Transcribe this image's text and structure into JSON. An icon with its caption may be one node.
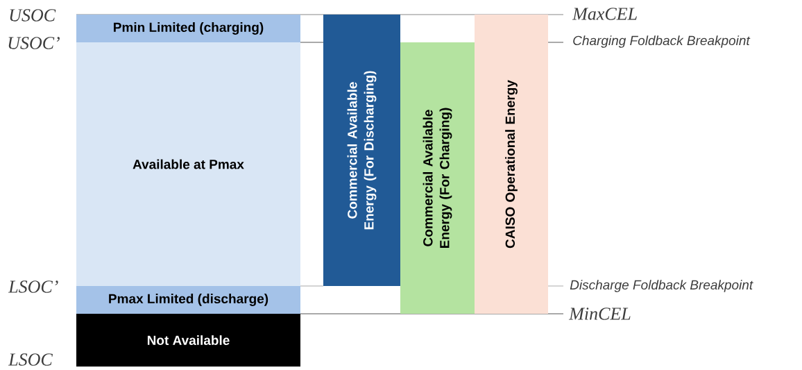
{
  "diagram": {
    "nodes": [
      {
        "text": [
          "Pmin Limited (charging)"
        ]
      },
      {
        "text": [
          "Available at Pmax"
        ]
      },
      {
        "text": [
          "Pmax Limited (discharge)"
        ]
      },
      {
        "text": [
          "Not Available"
        ]
      },
      {
        "text": [
          "Commercial Available Energy (For Discharging)"
        ]
      },
      {
        "text": [
          "Commercial Available Energy (For Charging)"
        ]
      },
      {
        "text": [
          "CAISO Operational Energy"
        ]
      }
    ],
    "labels": [
      "USOC",
      "MaxCEL",
      "USOC’",
      "Charging Foldback Breakpoint",
      "LSOC’",
      "Discharge Foldback Breakpoint",
      "MinCEL",
      "LSOC"
    ]
  }
}
